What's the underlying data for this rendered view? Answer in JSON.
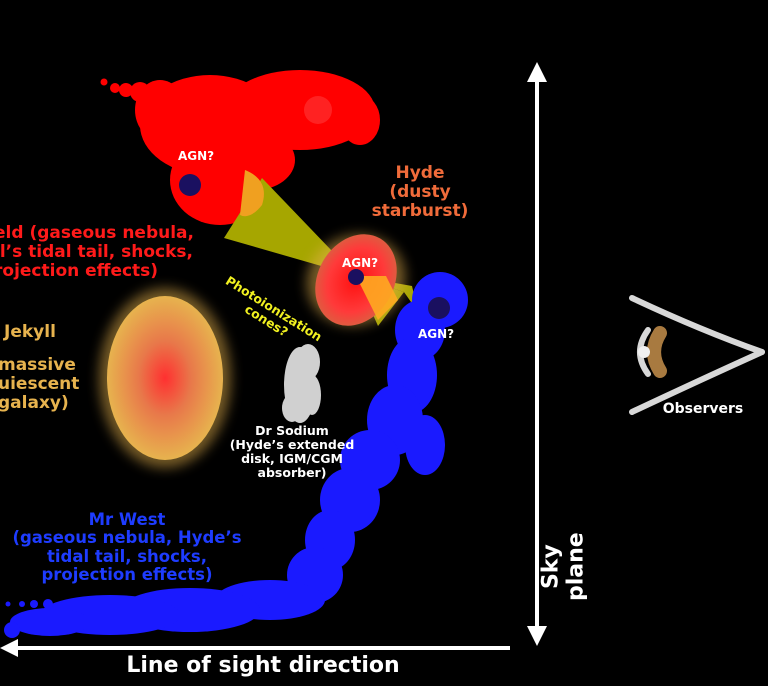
{
  "labels": {
    "agn_top": "AGN?",
    "agn_mid": "AGN?",
    "agn_right": "AGN?",
    "hyde": "Hyde\n(dusty\nstarburst)",
    "mr_field": "eld (gaseous nebula,\nll’s tidal tail, shocks,\nrojection effects)",
    "jekyll_name": "Jekyll",
    "jekyll_desc": "massive\nuiescent\ngalaxy)",
    "photoionization": "Photoionization\ncones?",
    "dr_sodium": "Dr Sodium\n(Hyde’s extended\ndisk, IGM/CGM\nabsorber)",
    "mr_west": "Mr West\n(gaseous nebula, Hyde’s\ntidal tail, shocks,\nprojection effects)",
    "observers": "Observers",
    "sky_plane": "Sky plane",
    "line_of_sight": "Line of sight direction"
  },
  "colors": {
    "background": "#000000",
    "mr_field": "#ff0000",
    "mr_west": "#1a1aff",
    "jekyll": "#e7b34e",
    "hyde": "#ff2a2a",
    "cone": "#a6a600",
    "dr_sodium": "#d0d0d0",
    "agn_dot": "#1a1060"
  }
}
